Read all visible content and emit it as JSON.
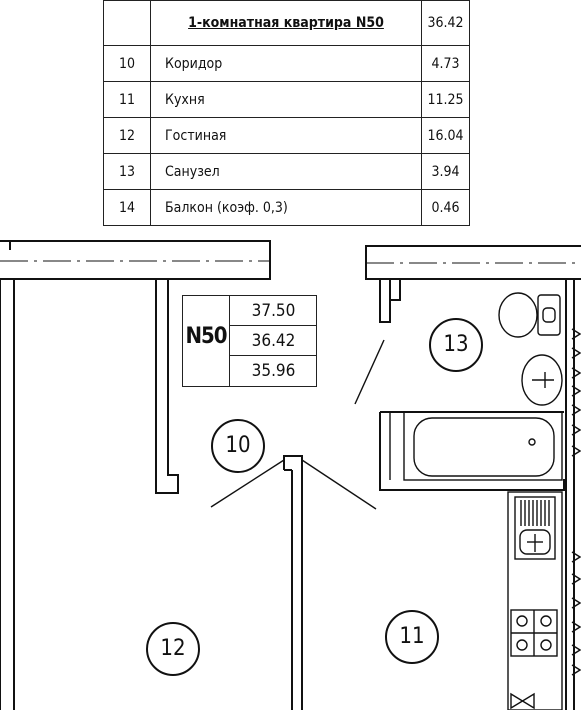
{
  "table": {
    "header": {
      "title": "1-комнатная квартира N50",
      "area": "36.42"
    },
    "rooms": [
      {
        "num": "10",
        "name": "Коридор",
        "area": "4.73"
      },
      {
        "num": "11",
        "name": "Кухня",
        "area": "11.25"
      },
      {
        "num": "12",
        "name": "Гостиная",
        "area": "16.04"
      },
      {
        "num": "13",
        "name": "Санузел",
        "area": "3.94"
      },
      {
        "num": "14",
        "name": "Балкон (коэф. 0,3)",
        "area": "0.46"
      }
    ]
  },
  "plan": {
    "apartment_label": "N50",
    "areas": [
      "37.50",
      "36.42",
      "35.96"
    ],
    "room_numbers": {
      "corridor": "10",
      "kitchen": "11",
      "living": "12",
      "bathroom": "13"
    }
  }
}
